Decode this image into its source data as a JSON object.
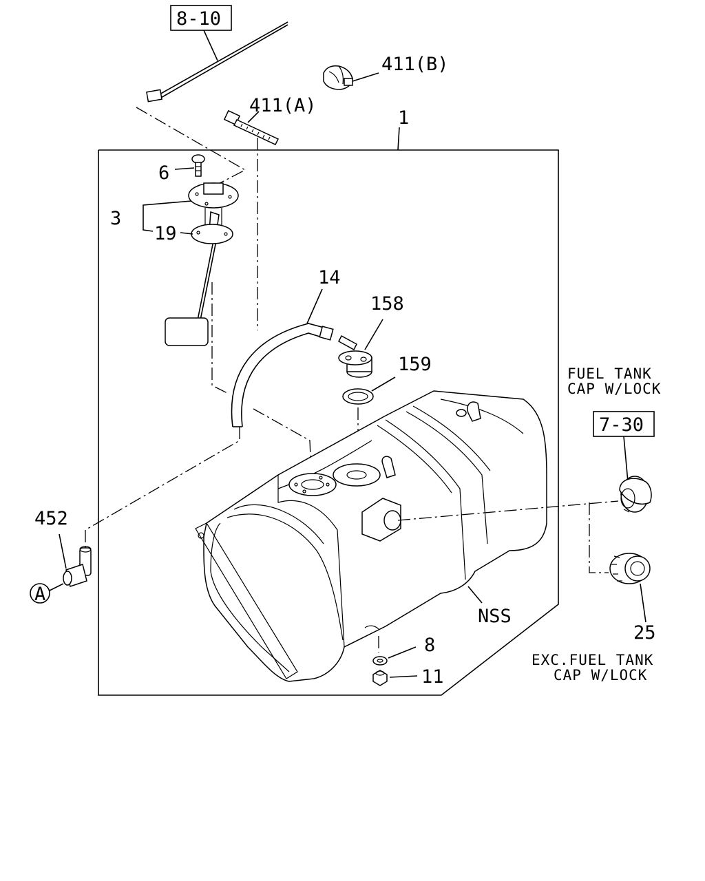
{
  "callouts": {
    "ref_8_10": "8-10",
    "p411b": "411(B)",
    "p411a": "411(A)",
    "p1": "1",
    "p6": "6",
    "p3": "3",
    "p19": "19",
    "p14": "14",
    "p158": "158",
    "p159": "159",
    "ref_7_30": "7-30",
    "p452": "452",
    "pA": "A",
    "nss": "NSS",
    "p8": "8",
    "p11": "11",
    "p25": "25"
  },
  "notes": {
    "with_lock_line1": "FUEL TANK",
    "with_lock_line2": "CAP W/LOCK",
    "exc_lock_line1": "EXC.FUEL TANK",
    "exc_lock_line2": "CAP W/LOCK"
  }
}
